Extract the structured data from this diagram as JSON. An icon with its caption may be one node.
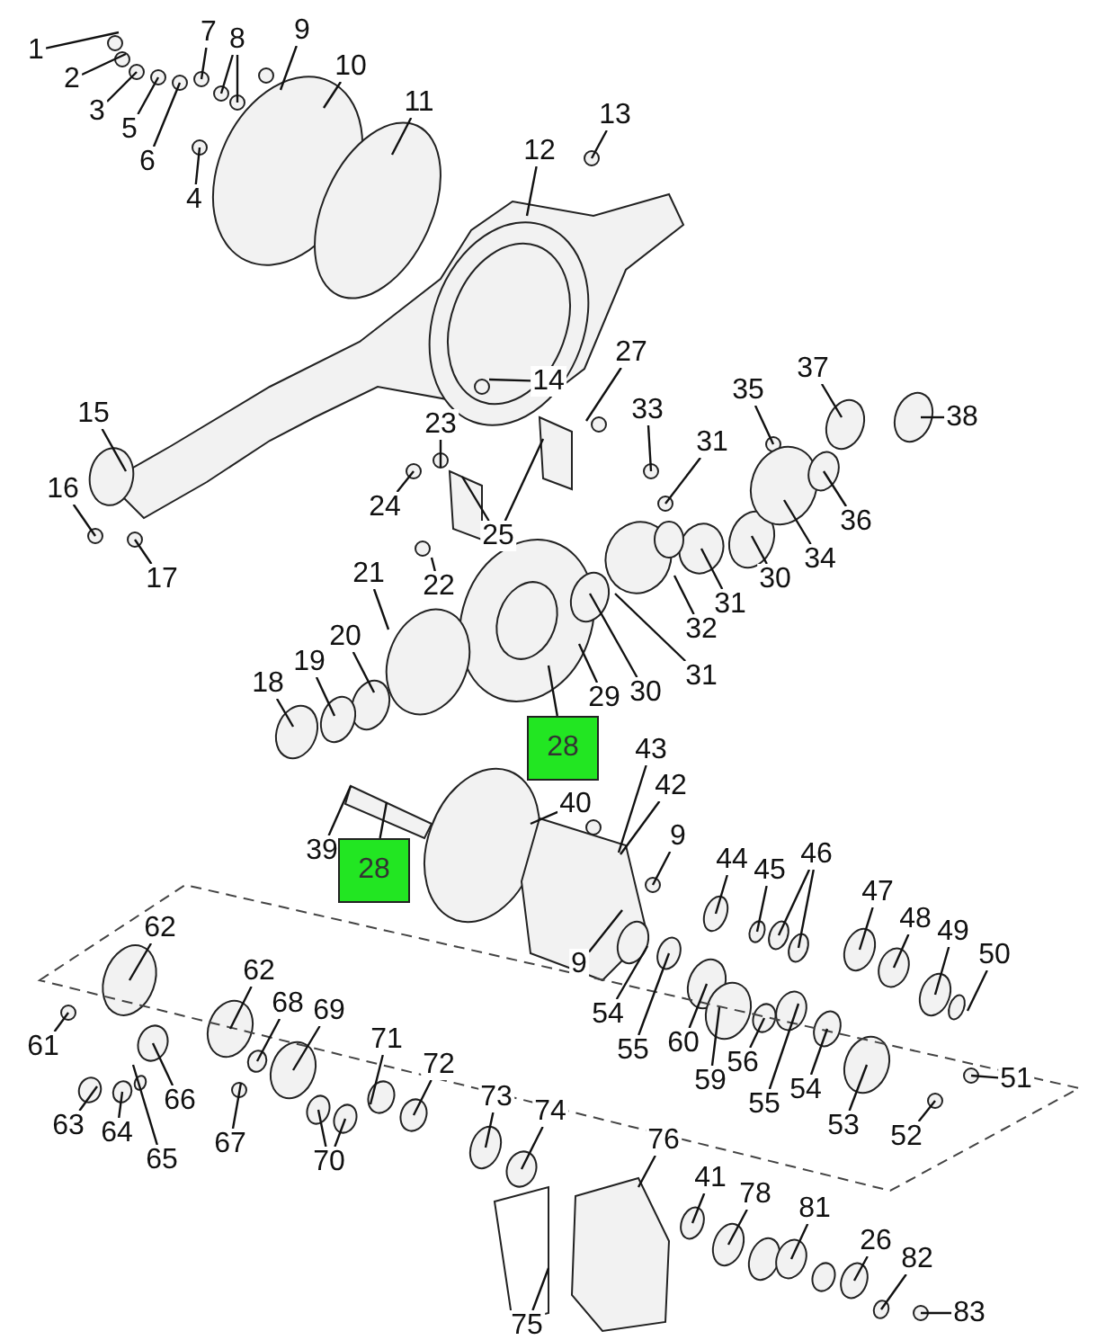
{
  "diagram": {
    "nodes": [
      {
        "text": [
          "1"
        ]
      },
      {
        "text": [
          "2"
        ]
      },
      {
        "text": [
          "3"
        ]
      },
      {
        "text": [
          "5"
        ]
      },
      {
        "text": [
          "6"
        ]
      },
      {
        "text": [
          "7"
        ]
      },
      {
        "text": [
          "8"
        ]
      },
      {
        "text": [
          "9"
        ]
      },
      {
        "text": [
          "10"
        ]
      },
      {
        "text": [
          "11"
        ]
      },
      {
        "text": [
          "4"
        ]
      },
      {
        "text": [
          "12"
        ]
      },
      {
        "text": [
          "13"
        ]
      },
      {
        "text": [
          "14"
        ]
      },
      {
        "text": [
          "15"
        ]
      },
      {
        "text": [
          "16"
        ]
      },
      {
        "text": [
          "17"
        ]
      },
      {
        "text": [
          "23"
        ]
      },
      {
        "text": [
          "27"
        ]
      },
      {
        "text": [
          "24"
        ]
      },
      {
        "text": [
          "25"
        ]
      },
      {
        "text": [
          "33"
        ]
      },
      {
        "text": [
          "31"
        ]
      },
      {
        "text": [
          "35"
        ]
      },
      {
        "text": [
          "37"
        ]
      },
      {
        "text": [
          "38"
        ]
      },
      {
        "text": [
          "36"
        ]
      },
      {
        "text": [
          "34"
        ]
      },
      {
        "text": [
          "30"
        ]
      },
      {
        "text": [
          "31"
        ]
      },
      {
        "text": [
          "32"
        ]
      },
      {
        "text": [
          "31"
        ]
      },
      {
        "text": [
          "30"
        ]
      },
      {
        "text": [
          "29"
        ]
      },
      {
        "text": [
          "22"
        ]
      },
      {
        "text": [
          "21"
        ]
      },
      {
        "text": [
          "20"
        ]
      },
      {
        "text": [
          "19"
        ]
      },
      {
        "text": [
          "18"
        ]
      },
      {
        "text": [
          "28"
        ]
      },
      {
        "text": [
          "43"
        ]
      },
      {
        "text": [
          "40"
        ]
      },
      {
        "text": [
          "42"
        ]
      },
      {
        "text": [
          "39"
        ]
      },
      {
        "text": [
          "28"
        ]
      },
      {
        "text": [
          "9"
        ]
      },
      {
        "text": [
          "44"
        ]
      },
      {
        "text": [
          "46"
        ]
      },
      {
        "text": [
          "45"
        ]
      },
      {
        "text": [
          "47"
        ]
      },
      {
        "text": [
          "48"
        ]
      },
      {
        "text": [
          "49"
        ]
      },
      {
        "text": [
          "50"
        ]
      },
      {
        "text": [
          "62"
        ]
      },
      {
        "text": [
          "9"
        ]
      },
      {
        "text": [
          "62"
        ]
      },
      {
        "text": [
          "68"
        ]
      },
      {
        "text": [
          "69"
        ]
      },
      {
        "text": [
          "54"
        ]
      },
      {
        "text": [
          "71"
        ]
      },
      {
        "text": [
          "55"
        ]
      },
      {
        "text": [
          "60"
        ]
      },
      {
        "text": [
          "61"
        ]
      },
      {
        "text": [
          "72"
        ]
      },
      {
        "text": [
          "56"
        ]
      },
      {
        "text": [
          "51"
        ]
      },
      {
        "text": [
          "59"
        ]
      },
      {
        "text": [
          "54"
        ]
      },
      {
        "text": [
          "66"
        ]
      },
      {
        "text": [
          "73"
        ]
      },
      {
        "text": [
          "55"
        ]
      },
      {
        "text": [
          "74"
        ]
      },
      {
        "text": [
          "63"
        ]
      },
      {
        "text": [
          "53"
        ]
      },
      {
        "text": [
          "64"
        ]
      },
      {
        "text": [
          "52"
        ]
      },
      {
        "text": [
          "76"
        ]
      },
      {
        "text": [
          "67"
        ]
      },
      {
        "text": [
          "65"
        ]
      },
      {
        "text": [
          "70"
        ]
      },
      {
        "text": [
          "41"
        ]
      },
      {
        "text": [
          "78"
        ]
      },
      {
        "text": [
          "81"
        ]
      },
      {
        "text": [
          "26"
        ]
      },
      {
        "text": [
          "82"
        ]
      },
      {
        "text": [
          "83"
        ]
      },
      {
        "text": [
          "75"
        ]
      }
    ],
    "edges": [
      {
        "from": 0,
        "to": null,
        "arrow": "none"
      },
      {
        "from": 1,
        "to": null,
        "arrow": "none"
      },
      {
        "from": 2,
        "to": null,
        "arrow": "none"
      },
      {
        "from": 3,
        "to": null,
        "arrow": "none"
      },
      {
        "from": 4,
        "to": null,
        "arrow": "none"
      },
      {
        "from": 5,
        "to": null,
        "arrow": "none"
      },
      {
        "from": 6,
        "to": null,
        "arrow": "none"
      },
      {
        "from": 6,
        "to": null,
        "arrow": "none"
      },
      {
        "from": 7,
        "to": null,
        "arrow": "none"
      },
      {
        "from": 8,
        "to": null,
        "arrow": "none"
      },
      {
        "from": 9,
        "to": null,
        "arrow": "none"
      },
      {
        "from": 10,
        "to": null,
        "arrow": "none"
      },
      {
        "from": 11,
        "to": null,
        "arrow": "none"
      },
      {
        "from": 12,
        "to": null,
        "arrow": "none"
      },
      {
        "from": 13,
        "to": null,
        "arrow": "none"
      },
      {
        "from": 14,
        "to": null,
        "arrow": "none"
      },
      {
        "from": 15,
        "to": null,
        "arrow": "none"
      },
      {
        "from": 16,
        "to": null,
        "arrow": "none"
      },
      {
        "from": 17,
        "to": null,
        "arrow": "none"
      },
      {
        "from": 18,
        "to": null,
        "arrow": "none"
      },
      {
        "from": 19,
        "to": null,
        "arrow": "none"
      },
      {
        "from": 20,
        "to": null,
        "arrow": "none"
      },
      {
        "from": 20,
        "to": null,
        "arrow": "none"
      },
      {
        "from": 21,
        "to": null,
        "arrow": "none"
      },
      {
        "from": 22,
        "to": null,
        "arrow": "none"
      },
      {
        "from": 23,
        "to": null,
        "arrow": "none"
      },
      {
        "from": 24,
        "to": null,
        "arrow": "none"
      },
      {
        "from": 25,
        "to": null,
        "arrow": "none"
      },
      {
        "from": 26,
        "to": null,
        "arrow": "none"
      },
      {
        "from": 27,
        "to": null,
        "arrow": "none"
      },
      {
        "from": 28,
        "to": null,
        "arrow": "none"
      },
      {
        "from": 29,
        "to": null,
        "arrow": "none"
      },
      {
        "from": 30,
        "to": null,
        "arrow": "none"
      },
      {
        "from": 31,
        "to": null,
        "arrow": "none"
      },
      {
        "from": 32,
        "to": null,
        "arrow": "none"
      },
      {
        "from": 33,
        "to": null,
        "arrow": "none"
      },
      {
        "from": 34,
        "to": null,
        "arrow": "none"
      },
      {
        "from": 35,
        "to": null,
        "arrow": "none"
      },
      {
        "from": 36,
        "to": null,
        "arrow": "none"
      },
      {
        "from": 37,
        "to": null,
        "arrow": "none"
      },
      {
        "from": 38,
        "to": null,
        "arrow": "none"
      },
      {
        "from": 39,
        "to": null,
        "arrow": "none"
      },
      {
        "from": 40,
        "to": null,
        "arrow": "none"
      },
      {
        "from": 41,
        "to": null,
        "arrow": "none"
      },
      {
        "from": 42,
        "to": null,
        "arrow": "none"
      },
      {
        "from": 43,
        "to": null,
        "arrow": "none"
      },
      {
        "from": 44,
        "to": null,
        "arrow": "none"
      },
      {
        "from": 45,
        "to": null,
        "arrow": "none"
      },
      {
        "from": 46,
        "to": null,
        "arrow": "none"
      },
      {
        "from": 47,
        "to": null,
        "arrow": "none"
      },
      {
        "from": 47,
        "to": null,
        "arrow": "none"
      },
      {
        "from": 48,
        "to": null,
        "arrow": "none"
      },
      {
        "from": 49,
        "to": null,
        "arrow": "none"
      },
      {
        "from": 50,
        "to": null,
        "arrow": "none"
      },
      {
        "from": 51,
        "to": null,
        "arrow": "none"
      },
      {
        "from": 52,
        "to": null,
        "arrow": "none"
      },
      {
        "from": 53,
        "to": null,
        "arrow": "none"
      },
      {
        "from": 54,
        "to": null,
        "arrow": "none"
      },
      {
        "from": 55,
        "to": null,
        "arrow": "none"
      },
      {
        "from": 56,
        "to": null,
        "arrow": "none"
      },
      {
        "from": 57,
        "to": null,
        "arrow": "none"
      },
      {
        "from": 58,
        "to": null,
        "arrow": "none"
      },
      {
        "from": 59,
        "to": null,
        "arrow": "none"
      },
      {
        "from": 60,
        "to": null,
        "arrow": "none"
      },
      {
        "from": 61,
        "to": null,
        "arrow": "none"
      },
      {
        "from": 62,
        "to": null,
        "arrow": "none"
      },
      {
        "from": 63,
        "to": null,
        "arrow": "none"
      },
      {
        "from": 64,
        "to": null,
        "arrow": "none"
      },
      {
        "from": 65,
        "to": null,
        "arrow": "none"
      },
      {
        "from": 66,
        "to": null,
        "arrow": "none"
      },
      {
        "from": 67,
        "to": null,
        "arrow": "none"
      },
      {
        "from": 68,
        "to": null,
        "arrow": "none"
      },
      {
        "from": 69,
        "to": null,
        "arrow": "none"
      },
      {
        "from": 70,
        "to": null,
        "arrow": "none"
      },
      {
        "from": 71,
        "to": null,
        "arrow": "none"
      },
      {
        "from": 72,
        "to": null,
        "arrow": "none"
      },
      {
        "from": 73,
        "to": null,
        "arrow": "none"
      },
      {
        "from": 74,
        "to": null,
        "arrow": "none"
      },
      {
        "from": 75,
        "to": null,
        "arrow": "none"
      },
      {
        "from": 76,
        "to": null,
        "arrow": "none"
      },
      {
        "from": 77,
        "to": null,
        "arrow": "none"
      },
      {
        "from": 78,
        "to": null,
        "arrow": "none"
      },
      {
        "from": 79,
        "to": null,
        "arrow": "none"
      },
      {
        "from": 79,
        "to": null,
        "arrow": "none"
      },
      {
        "from": 80,
        "to": null,
        "arrow": "none"
      },
      {
        "from": 81,
        "to": null,
        "arrow": "none"
      },
      {
        "from": 82,
        "to": null,
        "arrow": "none"
      },
      {
        "from": 83,
        "to": null,
        "arrow": "none"
      },
      {
        "from": 84,
        "to": null,
        "arrow": "none"
      },
      {
        "from": 85,
        "to": null,
        "arrow": "none"
      },
      {
        "from": 86,
        "to": null,
        "arrow": "none"
      }
    ]
  }
}
